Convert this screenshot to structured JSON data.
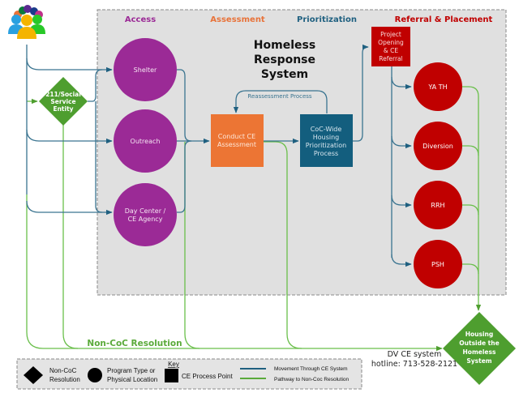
{
  "diagram": {
    "title_lines": [
      "Homeless",
      "Response",
      "System"
    ],
    "lanes": [
      {
        "label": "Access",
        "color": "#9b2a96"
      },
      {
        "label": "Assessment",
        "color": "#e8733a"
      },
      {
        "label": "Prioritization",
        "color": "#1f6080"
      },
      {
        "label": "Referral & Placement",
        "color": "#c00000"
      }
    ],
    "entry_icon": "people-group-icon",
    "social_service": {
      "lines": [
        "211/Social",
        "Service",
        "Entity"
      ],
      "color": "#4e9e2f"
    },
    "access_nodes": [
      {
        "lines": [
          "Shelter"
        ]
      },
      {
        "lines": [
          "Outreach"
        ]
      },
      {
        "lines": [
          "Day Center /",
          "CE Agency"
        ]
      }
    ],
    "assessment": {
      "lines": [
        "Conduct CE",
        "Assessment"
      ]
    },
    "reassessment_label": "Reassessment Process",
    "prioritization": {
      "lines": [
        "CoC-Wide",
        "Housing",
        "Prioritization",
        "Process"
      ]
    },
    "referral": {
      "lines": [
        "Project",
        "Opening",
        "& CE",
        "Referral"
      ]
    },
    "placement_nodes": [
      {
        "label": "YA TH"
      },
      {
        "label": "Diversion"
      },
      {
        "label": "RRH"
      },
      {
        "label": "PSH"
      }
    ],
    "non_coc_label": "Non-CoC Resolution",
    "outside": {
      "lines": [
        "Housing",
        "Outside the",
        "Homeless",
        "System"
      ]
    },
    "colors": {
      "access": "#9b2a96",
      "assessment": "#ec7534",
      "prioritization": "#135e7e",
      "referral": "#c00000",
      "ce_flow": "#3a7490",
      "non_coc_flow": "#6abf4b",
      "diamond": "#4e9e2f",
      "panel": "#e0e0e0"
    }
  },
  "key": {
    "title": "Key",
    "items": [
      {
        "shape": "diamond",
        "lines": [
          "Non-CoC",
          "Resolution"
        ]
      },
      {
        "shape": "circle",
        "lines": [
          "Program Type or",
          "Physical Location"
        ]
      },
      {
        "shape": "square",
        "lines": [
          "CE Process Point"
        ]
      }
    ],
    "lines": [
      {
        "label": "Movement Through CE System",
        "color": "#1f6080"
      },
      {
        "label": "Pathway to Non-Coc Resolution",
        "color": "#5aaa3a"
      }
    ]
  },
  "hotline": {
    "line1": "DV CE system",
    "line2": "hotline: 713-528-2121"
  }
}
